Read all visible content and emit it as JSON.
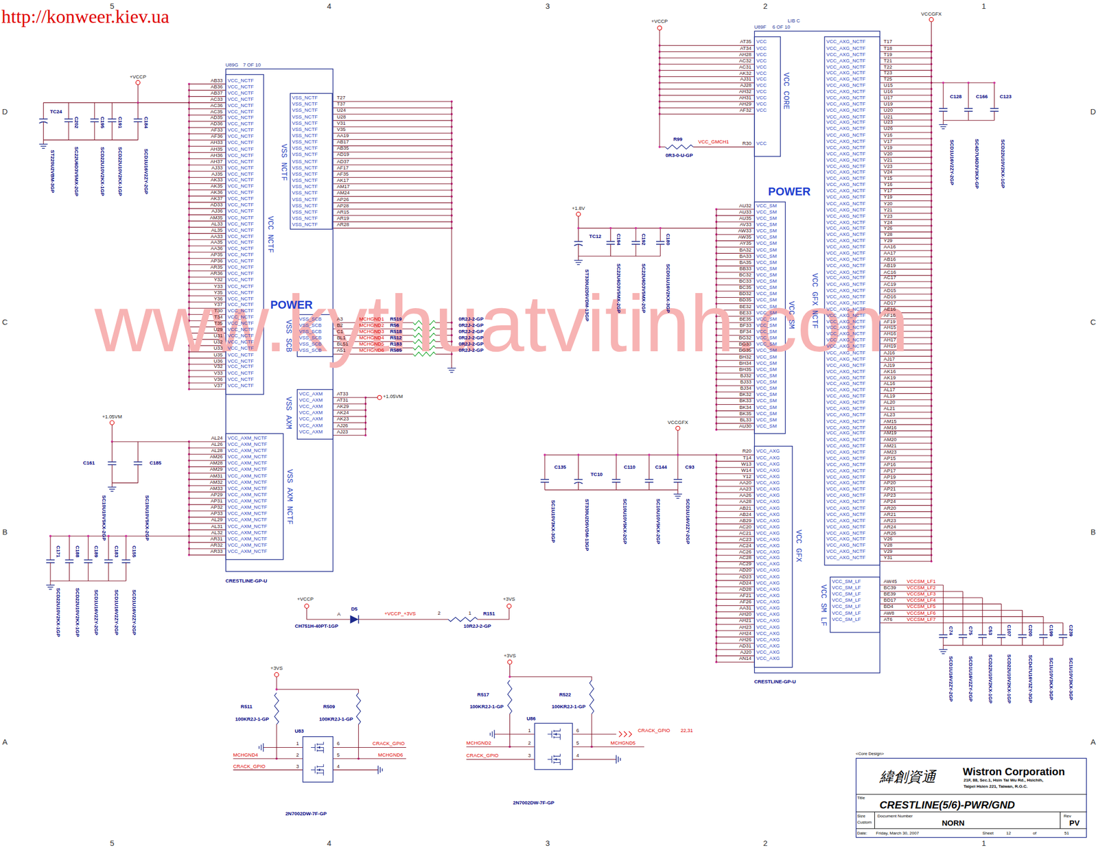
{
  "diagram": {
    "title": "CRESTLINE(5/6)-PWR/GND",
    "nodes": [
      {
        "text": [
          "U89G",
          "7 OF 10",
          "POWER",
          "CRESTLINE-GP-U"
        ]
      },
      {
        "text": [
          "VCC NCTF",
          "VCC_NCTF",
          "VCC_NCTF",
          "VCC_NCTF",
          "VCC_NCTF",
          "VCC_NCTF",
          "VCC_NCTF",
          "VCC_NCTF",
          "VCC_NCTF",
          "VCC_NCTF",
          "VCC_NCTF",
          "VCC_NCTF",
          "VCC_NCTF",
          "VCC_NCTF",
          "VCC_NCTF",
          "VCC_NCTF",
          "VCC_NCTF",
          "VCC_NCTF",
          "VCC_NCTF",
          "VCC_NCTF",
          "VCC_NCTF",
          "VCC_NCTF",
          "VCC_NCTF",
          "VCC_NCTF",
          "VCC_NCTF",
          "VCC_NCTF",
          "VCC_NCTF",
          "VCC_NCTF",
          "VCC_NCTF",
          "VCC_NCTF",
          "VCC_NCTF",
          "VCC_NCTF",
          "VCC_NCTF",
          "VCC_NCTF",
          "VCC_NCTF",
          "VCC_NCTF",
          "VCC_NCTF",
          "VCC_NCTF",
          "VCC_NCTF",
          "VCC_NCTF",
          "VCC_NCTF",
          "VCC_NCTF",
          "VCC_NCTF",
          "VCC_NCTF",
          "VCC_NCTF",
          "VCC_NCTF",
          "VCC_NCTF",
          "VCC_NCTF",
          "VCC_NCTF",
          "VCC_NCTF",
          "VCC_NCTF"
        ],
        "in": 0
      },
      {
        "text": [
          "VSS NCTF",
          "VSS_NCTF",
          "VSS_NCTF",
          "VSS_NCTF",
          "VSS_NCTF",
          "VSS_NCTF",
          "VSS_NCTF",
          "VSS_NCTF",
          "VSS_NCTF",
          "VSS_NCTF",
          "VSS_NCTF",
          "VSS_NCTF",
          "VSS_NCTF",
          "VSS_NCTF",
          "VSS_NCTF",
          "VSS_NCTF",
          "VSS_NCTF",
          "VSS_NCTF",
          "VSS_NCTF",
          "VSS_NCTF",
          "VSS_NCTF",
          "VSS_NCTF"
        ],
        "in": 0
      },
      {
        "text": [
          "VSS SCB",
          "VSS_SCB",
          "VSS_SCB",
          "VSS_SCB",
          "VSS_SCB",
          "VSS_SCB",
          "VSS_SCB"
        ],
        "in": 0
      },
      {
        "text": [
          "VSS AXM",
          "VCC_AXM",
          "VCC_AXM",
          "VCC_AXM",
          "VCC_AXM",
          "VCC_AXM",
          "VCC_AXM",
          "VCC_AXM"
        ],
        "in": 0
      },
      {
        "text": [
          "VSS AXM NCTF",
          "VCC_AXM_NCTF",
          "VCC_AXM_NCTF",
          "VCC_AXM_NCTF",
          "VCC_AXM_NCTF",
          "VCC_AXM_NCTF",
          "VCC_AXM_NCTF",
          "VCC_AXM_NCTF",
          "VCC_AXM_NCTF",
          "VCC_AXM_NCTF",
          "VCC_AXM_NCTF",
          "VCC_AXM_NCTF",
          "VCC_AXM_NCTF",
          "VCC_AXM_NCTF",
          "VCC_AXM_NCTF",
          "VCC_AXM_NCTF",
          "VCC_AXM_NCTF",
          "VCC_AXM_NCTF",
          "VCC_AXM_NCTF",
          "VCC_AXM_NCTF"
        ],
        "in": 0
      },
      {
        "text": [
          "U89F",
          "6 OF 10",
          "LIB C",
          "POWER",
          "CRESTLINE-GP-U"
        ]
      },
      {
        "text": [
          "VCC CORE",
          "VCC",
          "VCC",
          "VCC",
          "VCC",
          "VCC",
          "VCC",
          "VCC",
          "VCC",
          "VCC",
          "VCC",
          "VCC",
          "VCC",
          "VCC"
        ],
        "in": 6
      },
      {
        "text": [
          "VCC SM",
          "VCC_SM",
          "VCC_SM",
          "VCC_SM",
          "VCC_SM",
          "VCC_SM",
          "VCC_SM",
          "VCC_SM",
          "VCC_SM",
          "VCC_SM",
          "VCC_SM",
          "VCC_SM",
          "VCC_SM",
          "VCC_SM",
          "VCC_SM",
          "VCC_SM",
          "VCC_SM",
          "VCC_SM",
          "VCC_SM",
          "VCC_SM",
          "VCC_SM",
          "VCC_SM",
          "VCC_SM",
          "VCC_SM",
          "VCC_SM",
          "VCC_SM",
          "VCC_SM",
          "VCC_SM",
          "VCC_SM",
          "VCC_SM",
          "VCC_SM",
          "VCC_SM",
          "VCC_SM",
          "VCC_SM",
          "VCC_SM",
          "VCC_SM",
          "VCC_SM"
        ],
        "in": 6
      },
      {
        "text": [
          "VCC GFX",
          "VCC_AXG",
          "VCC_AXG",
          "VCC_AXG",
          "VCC_AXG",
          "VCC_AXG",
          "VCC_AXG",
          "VCC_AXG",
          "VCC_AXG",
          "VCC_AXG",
          "VCC_AXG",
          "VCC_AXG",
          "VCC_AXG",
          "VCC_AXG",
          "VCC_AXG",
          "VCC_AXG",
          "VCC_AXG",
          "VCC_AXG",
          "VCC_AXG",
          "VCC_AXG",
          "VCC_AXG",
          "VCC_AXG",
          "VCC_AXG",
          "VCC_AXG",
          "VCC_AXG",
          "VCC_AXG",
          "VCC_AXG",
          "VCC_AXG",
          "VCC_AXG",
          "VCC_AXG",
          "VCC_AXG",
          "VCC_AXG",
          "VCC_AXG",
          "VCC_AXG",
          "VCC_AXG"
        ],
        "in": 6
      },
      {
        "text": [
          "VCC GFX NCTF",
          "VCC_AXG_NCTF",
          "VCC_AXG_NCTF",
          "VCC_AXG_NCTF",
          "VCC_AXG_NCTF",
          "VCC_AXG_NCTF",
          "VCC_AXG_NCTF",
          "VCC_AXG_NCTF",
          "VCC_AXG_NCTF",
          "VCC_AXG_NCTF",
          "VCC_AXG_NCTF",
          "VCC_AXG_NCTF",
          "VCC_AXG_NCTF",
          "VCC_AXG_NCTF",
          "VCC_AXG_NCTF",
          "VCC_AXG_NCTF",
          "VCC_AXG_NCTF",
          "VCC_AXG_NCTF",
          "VCC_AXG_NCTF",
          "VCC_AXG_NCTF",
          "VCC_AXG_NCTF",
          "VCC_AXG_NCTF",
          "VCC_AXG_NCTF",
          "VCC_AXG_NCTF",
          "VCC_AXG_NCTF",
          "VCC_AXG_NCTF",
          "VCC_AXG_NCTF",
          "VCC_AXG_NCTF",
          "VCC_AXG_NCTF",
          "VCC_AXG_NCTF",
          "VCC_AXG_NCTF",
          "VCC_AXG_NCTF",
          "VCC_AXG_NCTF",
          "VCC_AXG_NCTF",
          "VCC_AXG_NCTF",
          "VCC_AXG_NCTF",
          "VCC_AXG_NCTF",
          "VCC_AXG_NCTF",
          "VCC_AXG_NCTF",
          "VCC_AXG_NCTF",
          "VCC_AXG_NCTF",
          "VCC_AXG_NCTF",
          "VCC_AXG_NCTF",
          "VCC_AXG_NCTF",
          "VCC_AXG_NCTF",
          "VCC_AXG_NCTF",
          "VCC_AXG_NCTF",
          "VCC_AXG_NCTF",
          "VCC_AXG_NCTF",
          "VCC_AXG_NCTF",
          "VCC_AXG_NCTF",
          "VCC_AXG_NCTF",
          "VCC_AXG_NCTF",
          "VCC_AXG_NCTF",
          "VCC_AXG_NCTF",
          "VCC_AXG_NCTF",
          "VCC_AXG_NCTF",
          "VCC_AXG_NCTF",
          "VCC_AXG_NCTF",
          "VCC_AXG_NCTF",
          "VCC_AXG_NCTF",
          "VCC_AXG_NCTF",
          "VCC_AXG_NCTF",
          "VCC_AXG_NCTF",
          "VCC_AXG_NCTF",
          "VCC_AXG_NCTF",
          "VCC_AXG_NCTF",
          "VCC_AXG_NCTF",
          "VCC_AXG_NCTF",
          "VCC_AXG_NCTF",
          "VCC_AXG_NCTF",
          "VCC_AXG_NCTF",
          "VCC_AXG_NCTF",
          "VCC_AXG_NCTF",
          "VCC_AXG_NCTF",
          "VCC_AXG_NCTF",
          "VCC_AXG_NCTF",
          "VCC_AXG_NCTF",
          "VCC_AXG_NCTF",
          "VCC_AXG_NCTF",
          "VCC_AXG_NCTF",
          "VCC_AXG_NCTF",
          "VCC_AXG_NCTF",
          "VCC_AXG_NCTF",
          "VCC_AXG_NCTF"
        ],
        "in": 6
      },
      {
        "text": [
          "VCC SM LF",
          "VCC_SM_LF",
          "VCC_SM_LF",
          "VCC_SM_LF",
          "VCC_SM_LF",
          "VCC_SM_LF",
          "VCC_SM_LF",
          "VCC_SM_LF"
        ],
        "in": 6
      },
      {
        "text": [
          "U83",
          "2N7002DW-7F-GP"
        ]
      },
      {
        "text": [
          "U86",
          "2N7002DW-7F-GP"
        ]
      },
      {
        "text": [
          "<Core Design>",
          "緯創資通",
          "Wistron Corporation",
          "21F, 88, Sec.1, Hsin Tai Wu Rd., Hsichih,",
          "Taipei Hsien 221, Taiwan, R.O.C.",
          "Title",
          "CRESTLINE(5/6)-PWR/GND",
          "Size",
          "Custom",
          "Document Number",
          "NORN",
          "Rev",
          "PV",
          "Date:",
          "Friday, March 30, 2007",
          "Sheet",
          "12",
          "of",
          "51"
        ]
      }
    ],
    "labels": [
      "http://konweer.kiev.ua",
      "www.kythuatvitinh.com",
      "5",
      "4",
      "3",
      "2",
      "1",
      "5",
      "4",
      "3",
      "2",
      "1",
      "D",
      "C",
      "B",
      "A",
      "D",
      "C",
      "B",
      "A",
      "AB33",
      "AB36",
      "AB37",
      "AC33",
      "AC36",
      "AC35",
      "AD35",
      "AD36",
      "AF33",
      "AF36",
      "AH33",
      "AH35",
      "AH36",
      "AH37",
      "AJ33",
      "AJ35",
      "AK33",
      "AK35",
      "AK36",
      "AK37",
      "AD33",
      "AJ36",
      "AM35",
      "AL33",
      "AL35",
      "AA33",
      "AA35",
      "AA36",
      "AP35",
      "AP36",
      "AR35",
      "AR36",
      "Y32",
      "Y33",
      "Y35",
      "Y36",
      "Y37",
      "T30",
      "T34",
      "T35",
      "U29",
      "U31",
      "U32",
      "U33",
      "U35",
      "U36",
      "V32",
      "V33",
      "V36",
      "V37",
      "T27",
      "T37",
      "U24",
      "U28",
      "V31",
      "V35",
      "AA19",
      "AB17",
      "AB35",
      "AD19",
      "AD37",
      "AF17",
      "AF35",
      "AK17",
      "AM17",
      "AM24",
      "AP26",
      "AP28",
      "AR15",
      "AR19",
      "AR28",
      "A3",
      "B2",
      "C1",
      "BL1",
      "BL51",
      "A51",
      "MCHGND1",
      "MCHGND2",
      "MCHGND3",
      "MCHGND4",
      "MCHGND5",
      "MCHGND6",
      "R519",
      "R56",
      "R518",
      "R512",
      "R183",
      "R585",
      "0R2J-2-GP",
      "0R2J-2-GP",
      "0R2J-2-GP",
      "0R2J-2-GP",
      "0R2J-2-GP",
      "0R2J-2-GP",
      "AT33",
      "AT31",
      "AK29",
      "AK24",
      "AK23",
      "AJ26",
      "AJ23",
      "+1.05VM",
      "AL24",
      "AL26",
      "AL28",
      "AM26",
      "AM28",
      "AM29",
      "AM31",
      "AM32",
      "AM33",
      "AP29",
      "AP31",
      "AP32",
      "AP33",
      "AL29",
      "AL31",
      "AL32",
      "AR31",
      "AR32",
      "AR33",
      "+VCCP",
      "TC24",
      "C202",
      "C195",
      "C191",
      "C184",
      "ST220U2VBM-3GP",
      "SC22U6D3V5MX-2GP",
      "SCD22U10V2KX-1GP",
      "SCD22U10V2KX-1GP",
      "SCD1U16V2ZY-2GP",
      "+1.05VM",
      "C161",
      "C185",
      "SC10U10V5KX-2GP",
      "SC10U10V5KX-2GP",
      "C171",
      "C188",
      "C189",
      "C183",
      "C155",
      "SCD22U10V2KX-1GP",
      "SCD22U10V2KX-1GP",
      "SCD1U16V2ZY-2GP",
      "SCD1U16V2ZY-2GP",
      "SCD1U16V2ZY-2GP",
      "AT35",
      "AT34",
      "AH28",
      "AC32",
      "AC31",
      "AK32",
      "AJ31",
      "AJ28",
      "AH32",
      "AH31",
      "AH29",
      "AF32",
      "R30",
      "+VCCP",
      "R99",
      "0R3-0-U-GP",
      "VCC_GMCH1",
      "AU32",
      "AU33",
      "AU35",
      "AV33",
      "AW33",
      "AW35",
      "AY35",
      "BA32",
      "BA33",
      "BA35",
      "BB33",
      "BC32",
      "BC33",
      "BC35",
      "BD32",
      "BD35",
      "BE32",
      "BE33",
      "BE35",
      "BF33",
      "BF34",
      "BG32",
      "BG33",
      "BG35",
      "BH32",
      "BH34",
      "BH35",
      "BJ32",
      "BJ33",
      "BJ34",
      "BK32",
      "BK33",
      "BK34",
      "BK35",
      "BL33",
      "AU30",
      "+1.8V",
      "TC12",
      "C194",
      "C192",
      "C180",
      "ST330U2D5VDM-13GP",
      "SC22U6D3V5MX-2GP",
      "SC22U6D3V5MX-2GP",
      "SCD01U16V2KX-3GP",
      "VCCGFX",
      "C135",
      "TC10",
      "C110",
      "C144",
      "C93",
      "SC1U10V3KX-3GP",
      "ST330U2D5VDM-13GP",
      "SC10U10V5KX-2GP",
      "SC10U10V5KX-2GP",
      "SCD1U16V2ZY-2GP",
      "R20",
      "T14",
      "W13",
      "W14",
      "Y12",
      "AA20",
      "AA23",
      "AA26",
      "AA28",
      "AB21",
      "AB24",
      "AB29",
      "AC20",
      "AC21",
      "AC23",
      "AC24",
      "AC26",
      "AC28",
      "AC29",
      "AD20",
      "AD23",
      "AD24",
      "AD28",
      "AF21",
      "AF26",
      "AA31",
      "AH20",
      "AH21",
      "AH23",
      "AH24",
      "AH26",
      "AD31",
      "AJ20",
      "AN14",
      "VCCGFX",
      "T17",
      "T18",
      "T19",
      "T21",
      "T22",
      "T23",
      "T25",
      "U15",
      "U16",
      "U17",
      "U19",
      "U20",
      "U21",
      "U23",
      "U26",
      "V16",
      "V17",
      "V19",
      "V20",
      "V21",
      "V23",
      "V24",
      "Y15",
      "Y16",
      "Y17",
      "Y19",
      "Y20",
      "Y21",
      "Y23",
      "Y24",
      "Y26",
      "Y28",
      "Y29",
      "AA16",
      "AA17",
      "AB16",
      "AB19",
      "AC16",
      "AC17",
      "AC19",
      "AD15",
      "AD16",
      "AD17",
      "AE16",
      "AF16",
      "AF19",
      "AH15",
      "AH16",
      "AH17",
      "AH19",
      "AJ16",
      "AJ17",
      "AJ19",
      "AK16",
      "AK19",
      "AL16",
      "AL17",
      "AL19",
      "AL20",
      "AL21",
      "AL23",
      "AM15",
      "AM16",
      "AM19",
      "AM20",
      "AM21",
      "AM23",
      "AP15",
      "AP16",
      "AP17",
      "AP19",
      "AP20",
      "AP21",
      "AP23",
      "AP24",
      "AR20",
      "AR21",
      "AR23",
      "AR24",
      "AR26",
      "V26",
      "V28",
      "V29",
      "Y31",
      "C128",
      "C166",
      "C123",
      "SCD1U16V2ZY-2GP",
      "SC4D7U6D3V3KX-GP",
      "SCD22U10V2KX-1GP",
      "AW45",
      "BC39",
      "BE39",
      "BD17",
      "BD4",
      "AW8",
      "AT6",
      "VCCSM_LF1",
      "VCCSM_LF2",
      "VCCSM_LF3",
      "VCCSM_LF4",
      "VCCSM_LF5",
      "VCCSM_LF6",
      "VCCSM_LF7",
      "C74",
      "C75",
      "C53",
      "C107",
      "C200",
      "C199",
      "C239",
      "SCD1U16V2ZY-2GP",
      "SCD1U16V2ZY-2GP",
      "SCD22U10V2KX-1GP",
      "SCD22U10V2KX-1GP",
      "SCD47U16V3ZY-3GP",
      "SC1U10V3KX-3GP",
      "SC1U10V3KX-3GP",
      "+VCCP",
      "D5",
      "CH751H-40PT-1GP",
      "A",
      "+VCCP_+3VS",
      "2",
      "1",
      "R151",
      "10R2J-2-GP",
      "+3VS",
      "+3VS",
      "R511",
      "100KR2J-1-GP",
      "R509",
      "100KR2J-1-GP",
      "1",
      "2",
      "3",
      "6",
      "5",
      "4",
      "MCHGND4",
      "CRACK_GPIO",
      "CRACK_GPIO",
      "MCHGND6",
      "+3VS",
      "R517",
      "100KR2J-1-GP",
      "R522",
      "100KR2J-1-GP",
      "1",
      "2",
      "3",
      "6",
      "5",
      "4",
      "MCHGND2",
      "CRACK_GPIO",
      "CRACK_GPIO",
      "22,31",
      "MCHGND5"
    ]
  }
}
